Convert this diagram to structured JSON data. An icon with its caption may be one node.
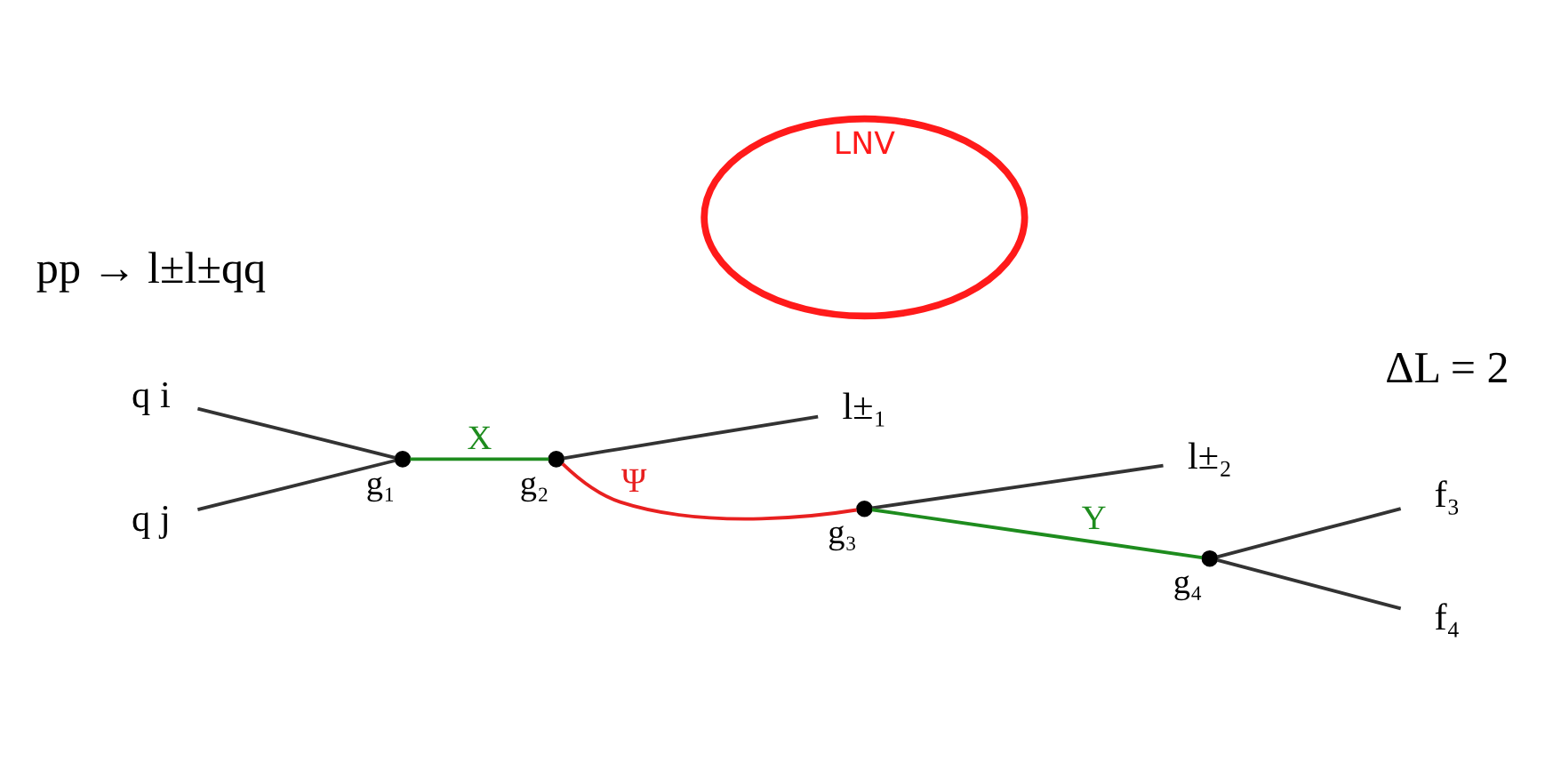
{
  "diagram": {
    "nodes": [
      {
        "text": [
          "q i"
        ]
      },
      {
        "text": [
          "q j"
        ]
      },
      {
        "text": [],
        "shape": "circle",
        "beside": [
          "g₁"
        ]
      },
      {
        "text": [],
        "shape": "circle",
        "beside": [
          "g₂"
        ]
      },
      {
        "text": [
          "l±₁"
        ]
      },
      {
        "text": [],
        "shape": "circle",
        "beside": [
          "g₃"
        ]
      },
      {
        "text": [
          "l±₂"
        ]
      },
      {
        "text": [
          "LNV"
        ]
      },
      {
        "text": [],
        "shape": "circle",
        "beside": [
          "g₄"
        ]
      },
      {
        "text": [
          "f₃"
        ]
      },
      {
        "text": [
          "f₄"
        ]
      }
    ],
    "edges": [
      {
        "from": 0,
        "to": 2,
        "arrow": "none"
      },
      {
        "from": 1,
        "to": 2,
        "arrow": "none"
      },
      {
        "from": 2,
        "to": 3,
        "arrow": "none",
        "label": "X",
        "color": "#1e8c1e"
      },
      {
        "from": 3,
        "to": 4,
        "arrow": "none"
      },
      {
        "from": 3,
        "to": 5,
        "arrow": "none",
        "label": "Ψ",
        "color": "#e82020"
      },
      {
        "from": 5,
        "to": 6,
        "arrow": "none"
      },
      {
        "from": 5,
        "to": 8,
        "arrow": "none",
        "label": "Y",
        "color": "#1e8c1e"
      },
      {
        "from": 8,
        "to": 9,
        "arrow": "none"
      },
      {
        "from": 8,
        "to": 10,
        "arrow": "none"
      }
    ],
    "labels": [
      "ΔL = 2",
      "pp → l±l±qq"
    ]
  }
}
